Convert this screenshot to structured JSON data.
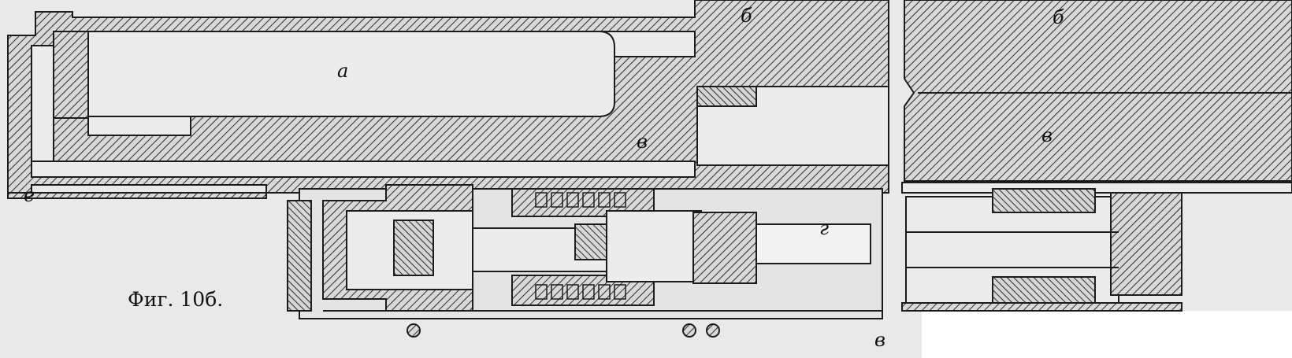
{
  "figure": {
    "caption": "Фиг. 10б.",
    "labels": {
      "a": "а",
      "b_left": "б",
      "b_right": "б",
      "v_left_top": "в",
      "v_right": "в",
      "g": "г",
      "v_bottom": "в",
      "e": "е"
    },
    "colors": {
      "paper": "#e9e9e9",
      "ink": "#1c1c1c",
      "hatch": "#3a3a3a",
      "blank": "#ffffff"
    }
  }
}
